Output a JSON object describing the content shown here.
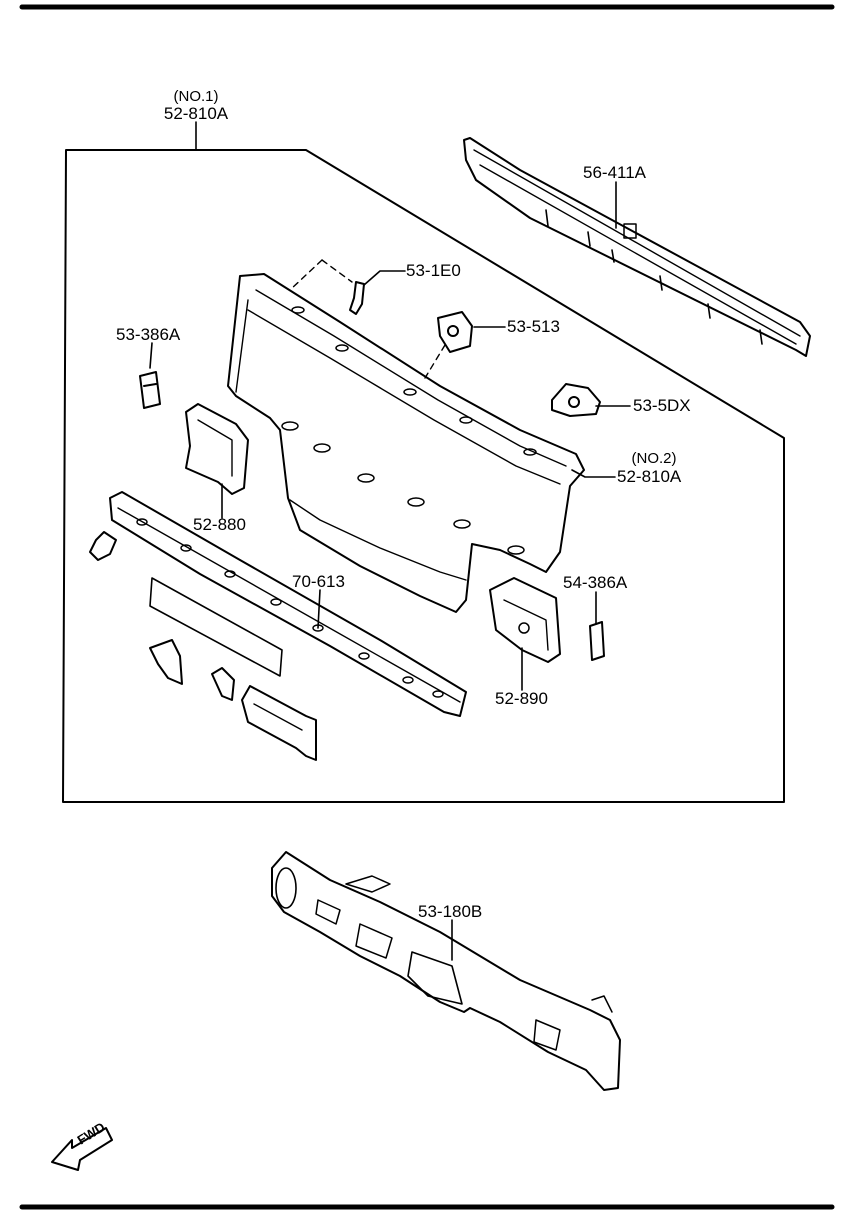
{
  "parts": {
    "main_panel_no1_qualifier": "(NO.1)",
    "main_panel_no1": "52-810A",
    "cowl_member": "56-411A",
    "bracket_1e0": "53-1E0",
    "nut_plate_513": "53-513",
    "bracket_386a": "53-386A",
    "latch_5dx": "53-5DX",
    "main_panel_no2_qualifier": "(NO.2)",
    "main_panel_no2": "52-810A",
    "bracket_880": "52-880",
    "reinforcement_70_613": "70-613",
    "bracket_54_386a": "54-386A",
    "bracket_890": "52-890",
    "dash_panel": "53-180B"
  },
  "arrow_label": "FWD"
}
